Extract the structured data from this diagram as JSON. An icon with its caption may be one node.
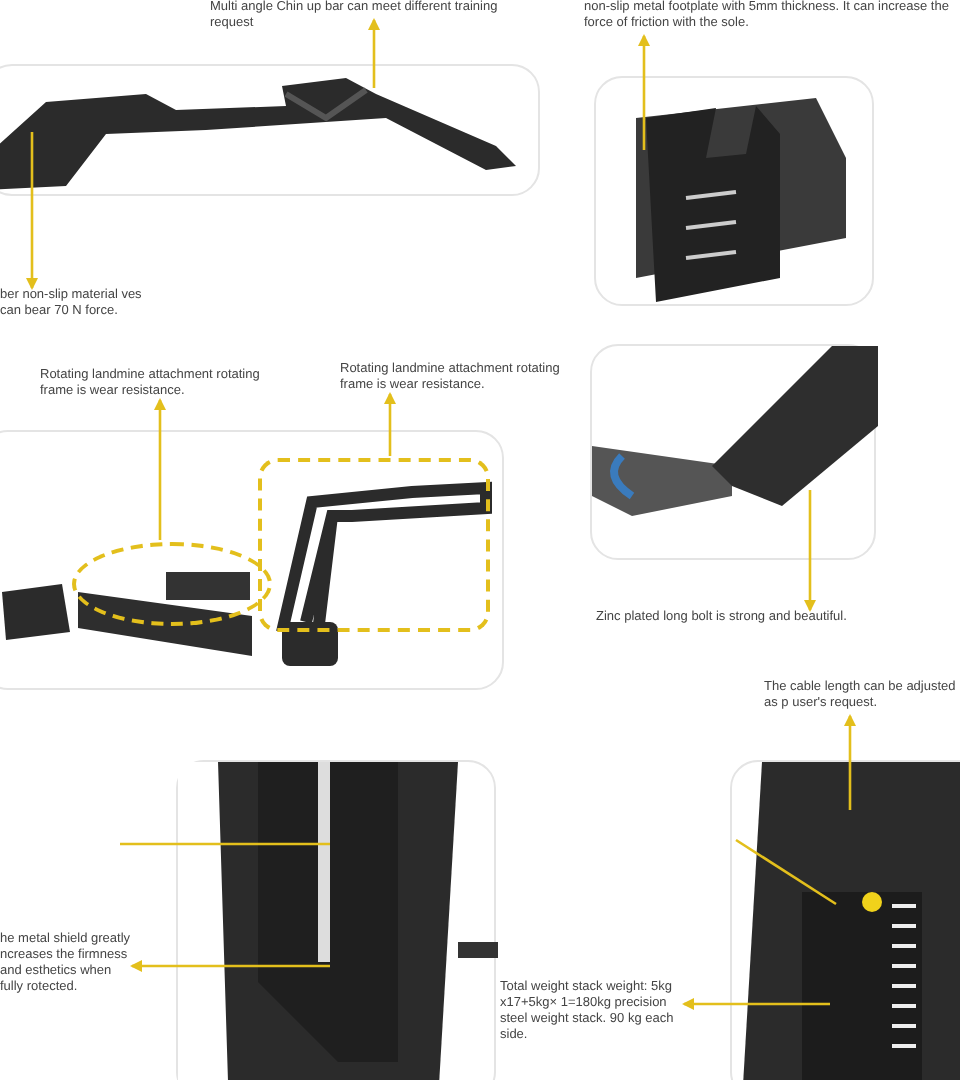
{
  "diagram": {
    "nodes": [
      {
        "text": [
          "Multi angle Chin up bar can meet different training request"
        ]
      },
      {
        "text": [
          "ber non-slip material ves can bear 70 N force."
        ]
      },
      {
        "text": [
          "non-slip metal footplate with 5mm thickness. It can increase the force of friction with the sole."
        ]
      },
      {
        "text": [
          "Rotating landmine attachment rotating frame is wear resistance."
        ]
      },
      {
        "text": [
          "Rotating landmine attachment rotating frame is wear resistance."
        ]
      },
      {
        "text": [
          "Zinc plated long bolt is strong and beautiful."
        ]
      },
      {
        "text": [
          "The cable length can be adjusted as p user's request."
        ]
      },
      {
        "text": [
          "he metal shield greatly ncreases the firmness and esthetics when fully rotected."
        ]
      },
      {
        "text": [
          "Total weight stack weight: 5kg x17+5kg× 1=180kg precision steel weight stack. 90 kg each side."
        ]
      },
      {
        "text": [],
        "shape": "picture"
      },
      {
        "text": [],
        "shape": "picture"
      },
      {
        "text": [],
        "shape": "picture"
      },
      {
        "text": [],
        "shape": "picture"
      },
      {
        "text": [],
        "shape": "picture"
      },
      {
        "text": [],
        "shape": "picture"
      },
      {
        "text": [],
        "shape": "ellipse",
        "in": 11
      },
      {
        "text": [],
        "shape": "box",
        "in": 11
      }
    ],
    "edges": [
      {
        "from": 9,
        "to": 0,
        "arrow": "to"
      },
      {
        "from": 9,
        "to": 1,
        "arrow": "to"
      },
      {
        "from": 10,
        "to": 2,
        "arrow": "to"
      },
      {
        "from": 15,
        "to": 3,
        "arrow": "to"
      },
      {
        "from": 16,
        "to": 4,
        "arrow": "to"
      },
      {
        "from": 12,
        "to": 5,
        "arrow": "to"
      },
      {
        "from": 14,
        "to": 6,
        "arrow": "to"
      },
      {
        "from": 13,
        "to": 7,
        "arrow": "to"
      },
      {
        "from": 13,
        "to": null,
        "arrow": "none"
      },
      {
        "from": 14,
        "to": 8,
        "arrow": "to"
      },
      {
        "from": 14,
        "to": null,
        "arrow": "none"
      }
    ]
  }
}
